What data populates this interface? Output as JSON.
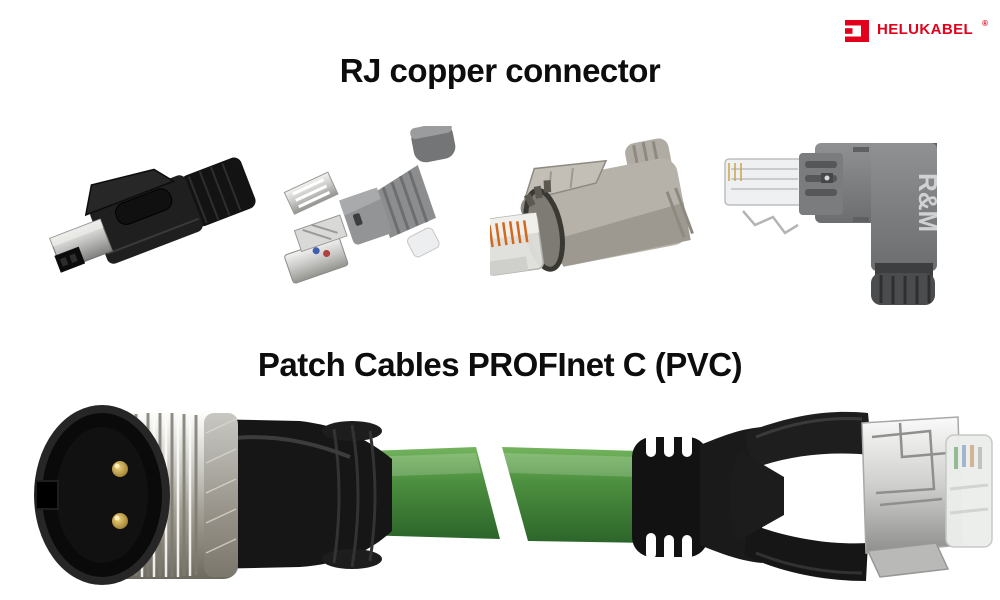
{
  "page": {
    "background": "#ffffff"
  },
  "logo": {
    "text": "HELUKABEL",
    "registered_mark": "®",
    "brand_color": "#e2001a"
  },
  "sections": [
    {
      "title": "RJ copper connector",
      "images": [
        {
          "name": "black-rj45-field-assembly-connector"
        },
        {
          "name": "exploded-rj45-connector-kit"
        },
        {
          "name": "gray-industrial-rj45-connector"
        },
        {
          "name": "right-angle-rj45-connector",
          "label": "R&M"
        }
      ]
    },
    {
      "title": "Patch Cables PROFInet C (PVC)",
      "images": [
        {
          "name": "m12-to-rj45-profinet-patch-cable"
        }
      ],
      "cable_color": "#4a8f3e"
    }
  ]
}
